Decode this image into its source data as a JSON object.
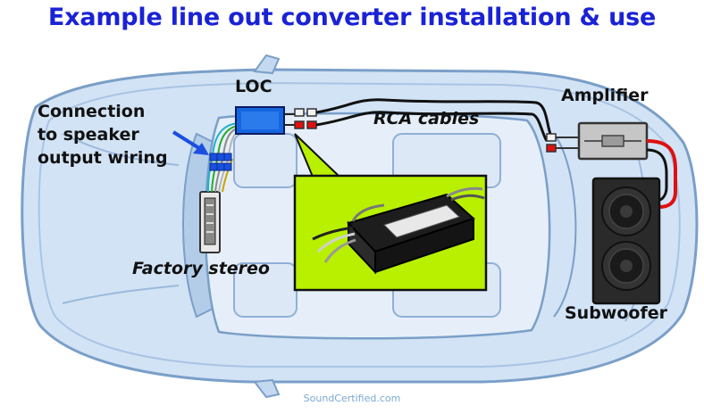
{
  "title": "Example line out converter installation & use",
  "labels": {
    "loc": "LOC",
    "connection_line1": "Connection",
    "connection_line2": "to speaker",
    "connection_line3": "output wiring",
    "rca_cables": "RCA cables",
    "amplifier": "Amplifier",
    "factory_stereo": "Factory stereo",
    "subwoofer": "Subwoofer"
  },
  "footer": "SoundCertified.com",
  "colors": {
    "title": "#1a22d6",
    "car_fill": "#d2e3f5",
    "car_outline": "#7a9fc8",
    "callout_fill": "#b8f000",
    "loc_blue": "#1565e0",
    "arrow_blue": "#1a4fe0",
    "speaker_wire_red": "#e01010"
  },
  "icons": [
    "loc-device-icon",
    "amplifier-icon",
    "subwoofer-icon",
    "stereo-icon",
    "rca-plug-icon",
    "arrow-icon"
  ]
}
